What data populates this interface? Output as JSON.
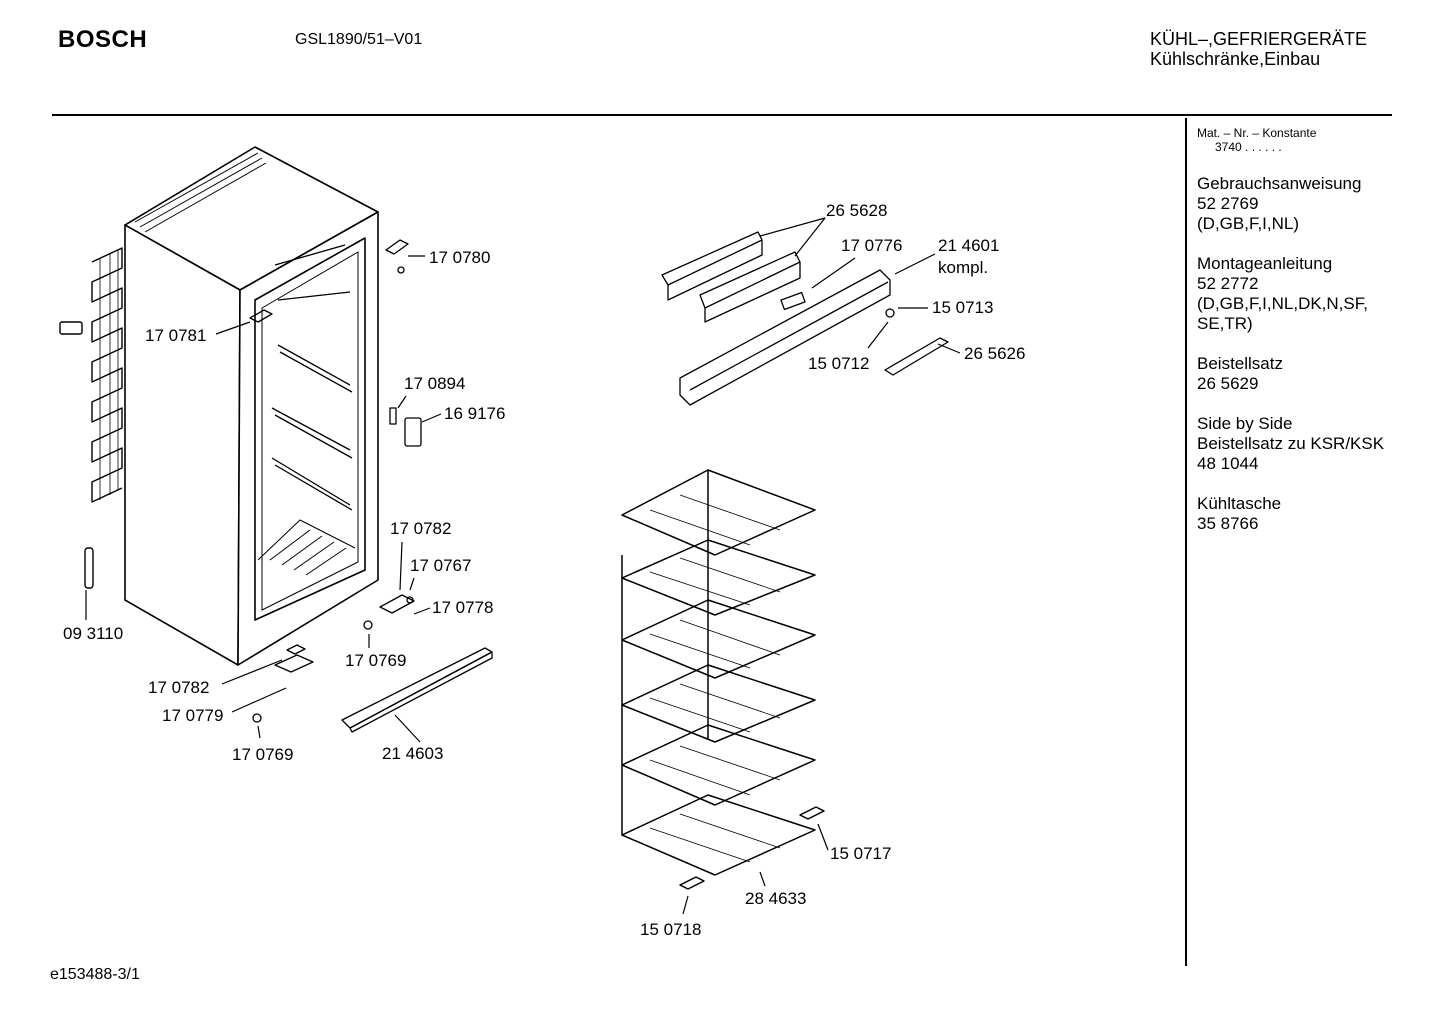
{
  "header": {
    "brand": "BOSCH",
    "model": "GSL1890/51–V01",
    "category_line1": "KÜHL–,GEFRIERGERÄTE",
    "category_line2": "Kühlschränke,Einbau"
  },
  "sidebar": {
    "mat_label": "Mat. – Nr. – Konstante",
    "mat_value": "3740 . . . . . .",
    "groups": [
      {
        "title": "Gebrauchsanweisung",
        "lines": [
          "52 2769",
          "(D,GB,F,I,NL)"
        ]
      },
      {
        "title": "Montageanleitung",
        "lines": [
          "52 2772",
          "(D,GB,F,I,NL,DK,N,SF,",
          "SE,TR)"
        ]
      },
      {
        "title": "Beistellsatz",
        "lines": [
          "26 5629"
        ]
      },
      {
        "title": "Side by Side",
        "lines": [
          "Beistellsatz zu KSR/KSK",
          "48 1044"
        ]
      },
      {
        "title": "Kühltasche",
        "lines": [
          "35 8766"
        ]
      }
    ]
  },
  "parts": [
    {
      "id": "p_170780",
      "text": "17 0780"
    },
    {
      "id": "p_170781",
      "text": "17 0781"
    },
    {
      "id": "p_170894",
      "text": "17 0894"
    },
    {
      "id": "p_169176",
      "text": "16 9176"
    },
    {
      "id": "p_170782a",
      "text": "17 0782"
    },
    {
      "id": "p_170767",
      "text": "17 0767"
    },
    {
      "id": "p_170778",
      "text": "17 0778"
    },
    {
      "id": "p_170769a",
      "text": "17 0769"
    },
    {
      "id": "p_093110",
      "text": "09 3110"
    },
    {
      "id": "p_170782b",
      "text": "17 0782"
    },
    {
      "id": "p_170779",
      "text": "17 0779"
    },
    {
      "id": "p_170769b",
      "text": "17 0769"
    },
    {
      "id": "p_214603",
      "text": "21 4603"
    },
    {
      "id": "p_265628",
      "text": "26 5628"
    },
    {
      "id": "p_170776",
      "text": "17 0776"
    },
    {
      "id": "p_214601",
      "text": "21 4601"
    },
    {
      "id": "p_kompl",
      "text": "kompl."
    },
    {
      "id": "p_150713",
      "text": "15 0713"
    },
    {
      "id": "p_150712",
      "text": "15 0712"
    },
    {
      "id": "p_265626",
      "text": "26 5626"
    },
    {
      "id": "p_150717",
      "text": "15 0717"
    },
    {
      "id": "p_284633",
      "text": "28 4633"
    },
    {
      "id": "p_150718",
      "text": "15 0718"
    }
  ],
  "footer": {
    "doc_id": "e153488-3/1"
  },
  "colors": {
    "ink": "#000000",
    "paper": "#ffffff"
  }
}
